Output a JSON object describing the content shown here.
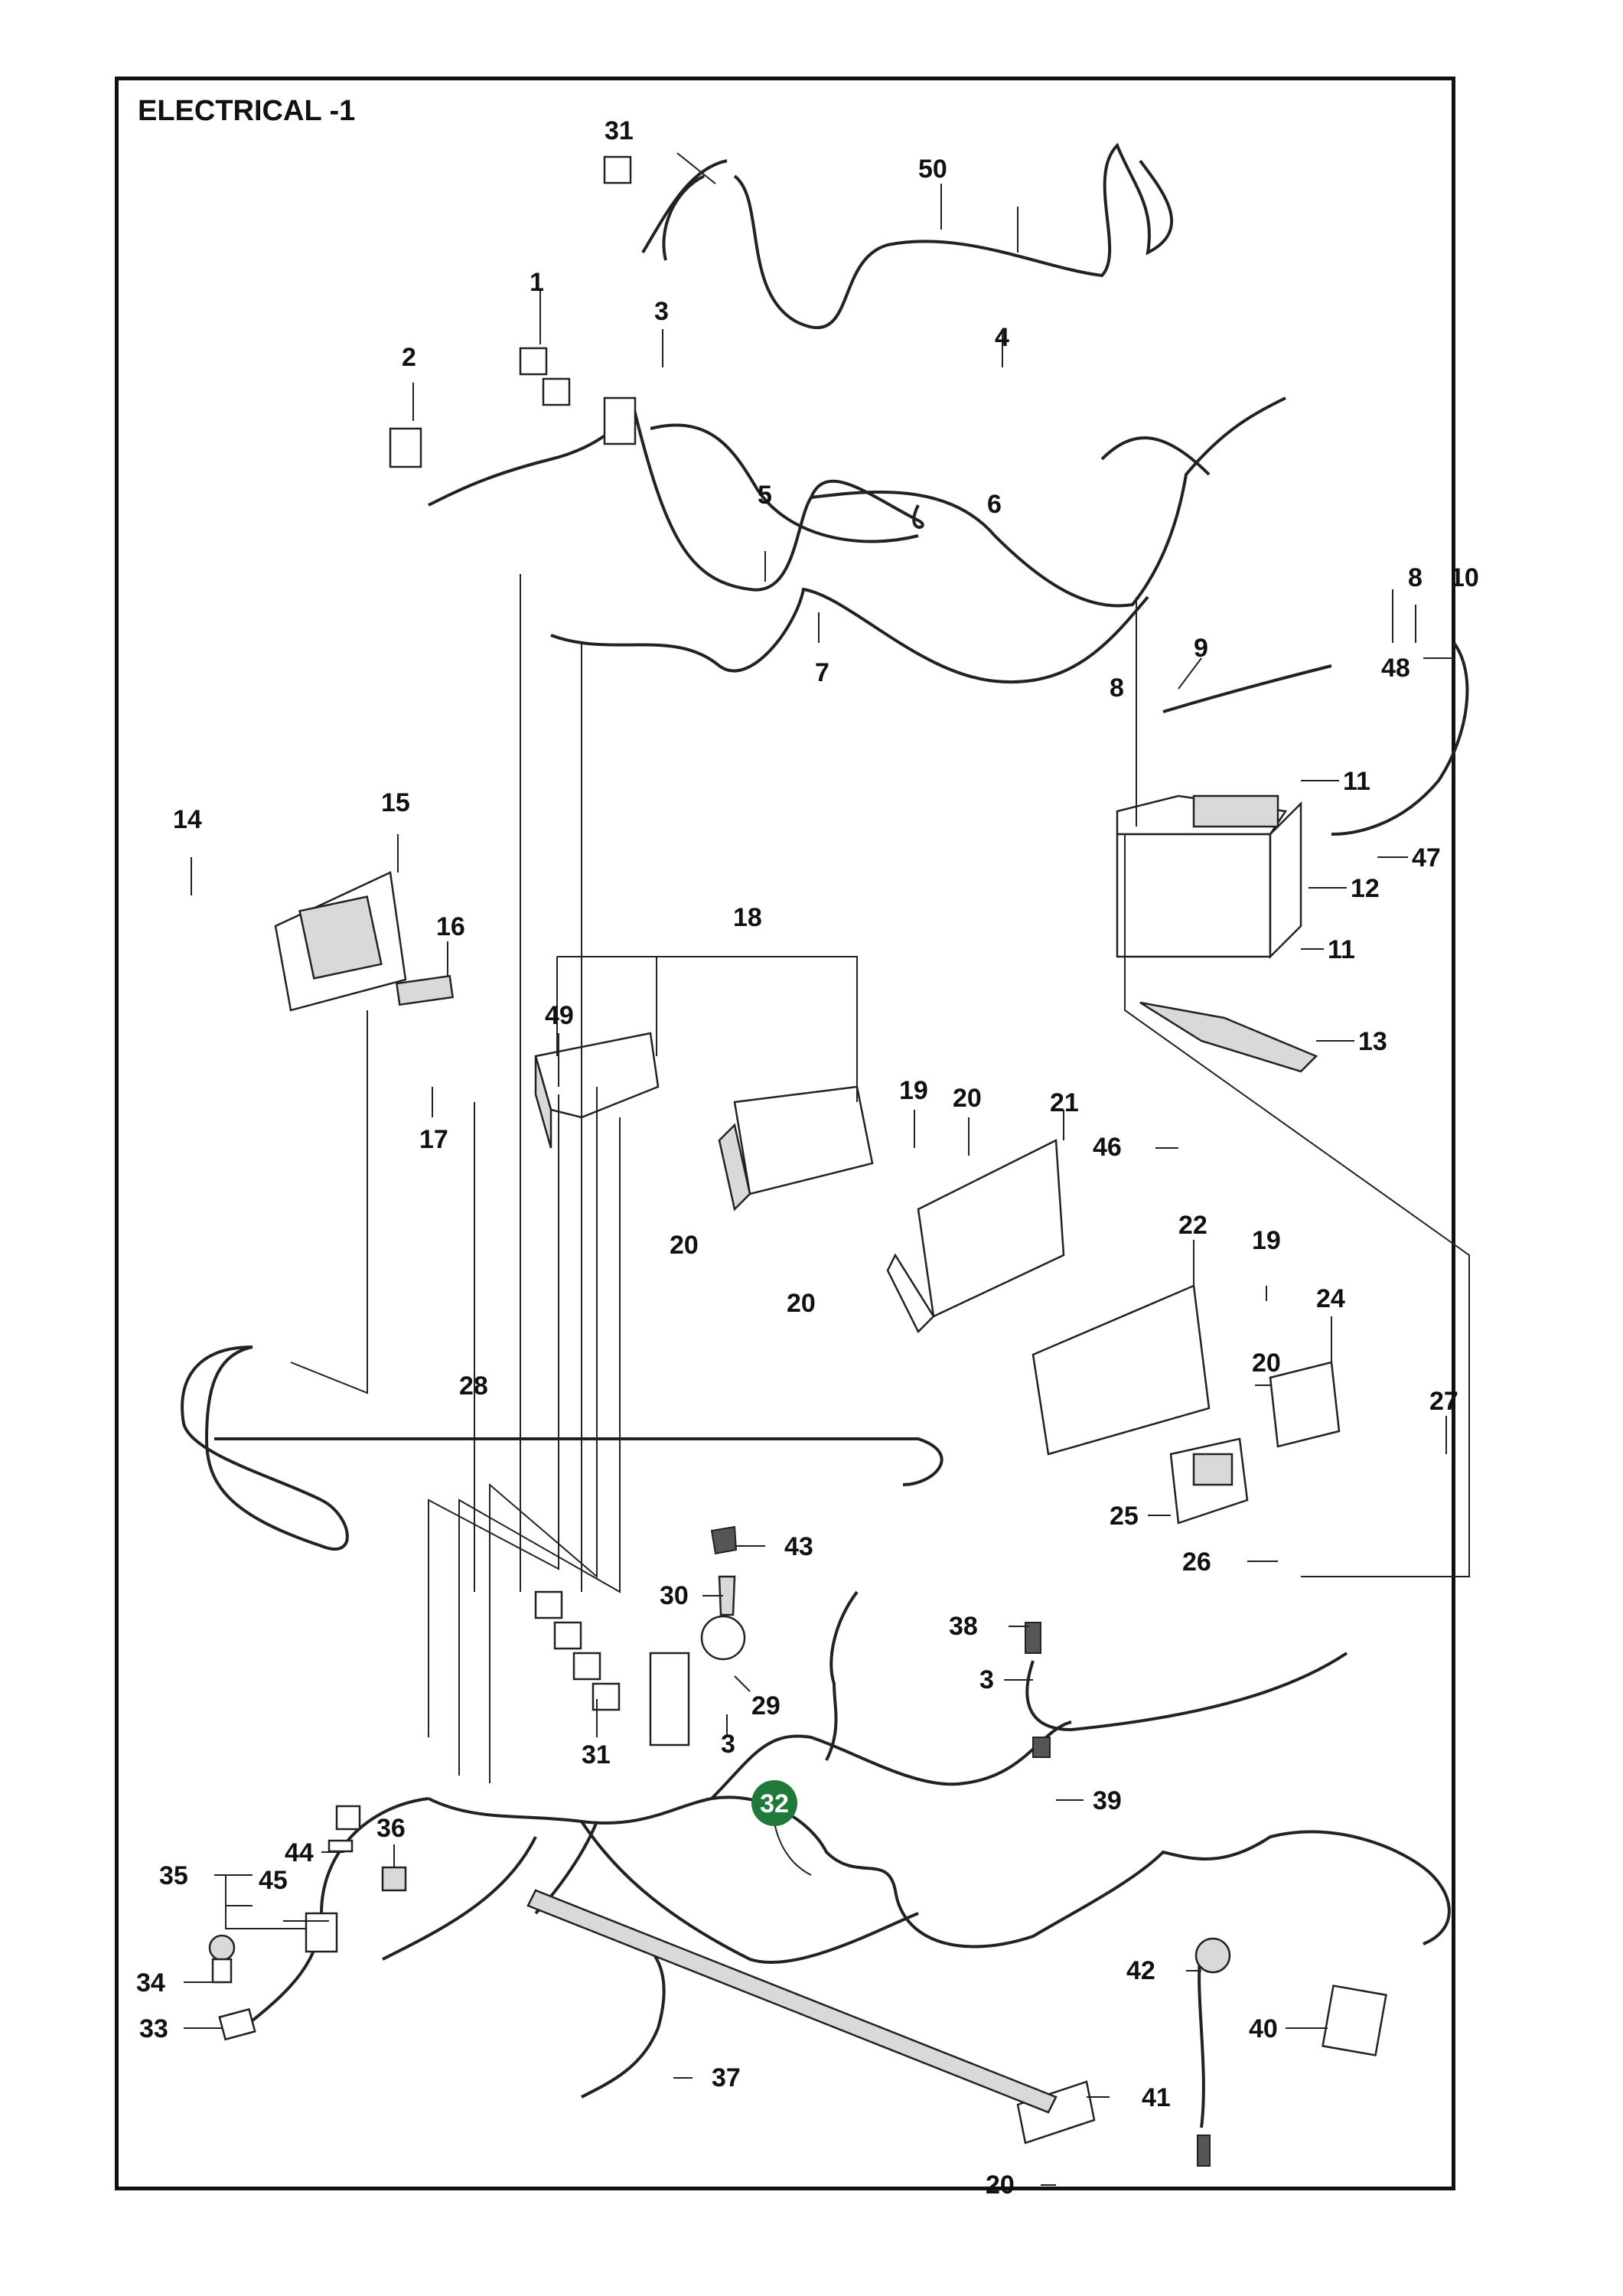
{
  "title": "ELECTRICAL -1",
  "highlight": {
    "number": "32",
    "color": "#1f7a3a"
  },
  "labels": {
    "l31a": "31",
    "l50": "50",
    "l1": "1",
    "l3a": "3",
    "l2": "2",
    "l4": "4",
    "l5": "5",
    "l6": "6",
    "l7": "7",
    "l8a": "8",
    "l10": "10",
    "l9": "9",
    "l48": "48",
    "l8b": "8",
    "l11a": "11",
    "l47": "47",
    "l12": "12",
    "l11b": "11",
    "l13": "13",
    "l14": "14",
    "l15": "15",
    "l16": "16",
    "l18": "18",
    "l49": "49",
    "l17": "17",
    "l19a": "19",
    "l20a": "20",
    "l21": "21",
    "l46": "46",
    "l20b": "20",
    "l20c": "20",
    "l22": "22",
    "l19b": "19",
    "l24": "24",
    "l20d": "20",
    "l27": "27",
    "l28": "28",
    "l25": "25",
    "l26": "26",
    "l43": "43",
    "l30": "30",
    "l29": "29",
    "l31b": "31",
    "l3b": "3",
    "l38": "38",
    "l3c": "3",
    "l39": "39",
    "l44": "44",
    "l36": "36",
    "l35": "35",
    "l45": "45",
    "l34": "34",
    "l42": "42",
    "l33": "33",
    "l40": "40",
    "l37": "37",
    "l41": "41",
    "l20e": "20"
  }
}
